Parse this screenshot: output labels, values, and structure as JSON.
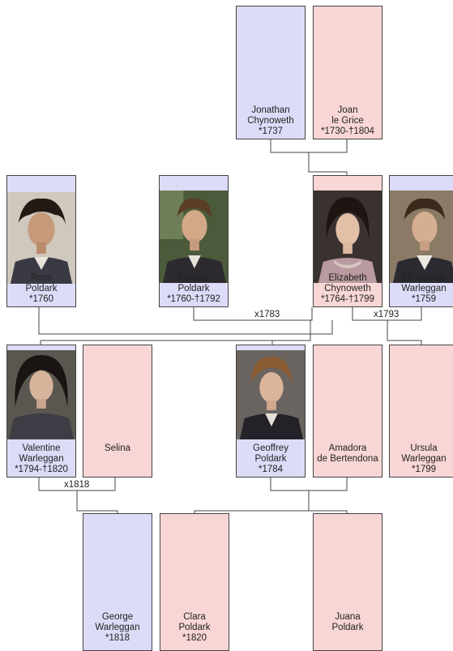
{
  "colors": {
    "male": "#dcdcf8",
    "female": "#f8d6d6",
    "line": "#444444"
  },
  "people": {
    "jonathan": {
      "lines": [
        "Jonathan",
        "Chynoweth",
        "*1737"
      ],
      "sex": "male"
    },
    "joan": {
      "lines": [
        "Joan",
        "le Grice",
        "*1730-†1804"
      ],
      "sex": "female"
    },
    "ross": {
      "lines": [
        "Ross",
        "Poldark",
        "*1760"
      ],
      "sex": "male",
      "photo": "portrait-photo"
    },
    "francis": {
      "lines": [
        "Francis",
        "Poldark",
        "*1760-†1792"
      ],
      "sex": "male",
      "photo": "portrait-photo"
    },
    "elizabeth": {
      "lines": [
        "Elizabeth",
        "Chynoweth",
        "*1764-†1799"
      ],
      "sex": "female",
      "photo": "portrait-photo"
    },
    "george": {
      "lines": [
        "Sir George",
        "Warleggan",
        "*1759"
      ],
      "sex": "male",
      "photo": "portrait-photo"
    },
    "valentine": {
      "lines": [
        "Valentine",
        "Warleggan",
        "*1794-†1820"
      ],
      "sex": "male",
      "photo": "portrait-photo"
    },
    "selina": {
      "lines": [
        "Selina"
      ],
      "sex": "female"
    },
    "geoffrey": {
      "lines": [
        "Geoffrey",
        "Poldark",
        "*1784"
      ],
      "sex": "male",
      "photo": "portrait-photo"
    },
    "amadora": {
      "lines": [
        "Amadora",
        "de Bertendona"
      ],
      "sex": "female"
    },
    "ursula": {
      "lines": [
        "Ursula",
        "Warleggan",
        "*1799"
      ],
      "sex": "female"
    },
    "georgejr": {
      "lines": [
        "George",
        "Warleggan",
        "*1818"
      ],
      "sex": "male"
    },
    "clara": {
      "lines": [
        "Clara",
        "Poldark",
        "*1820"
      ],
      "sex": "female"
    },
    "juana": {
      "lines": [
        "Juana",
        "Poldark"
      ],
      "sex": "female"
    }
  },
  "marriages": {
    "francis_elizabeth": "x1783",
    "elizabeth_george": "x1793",
    "valentine_selina": "x1818"
  }
}
